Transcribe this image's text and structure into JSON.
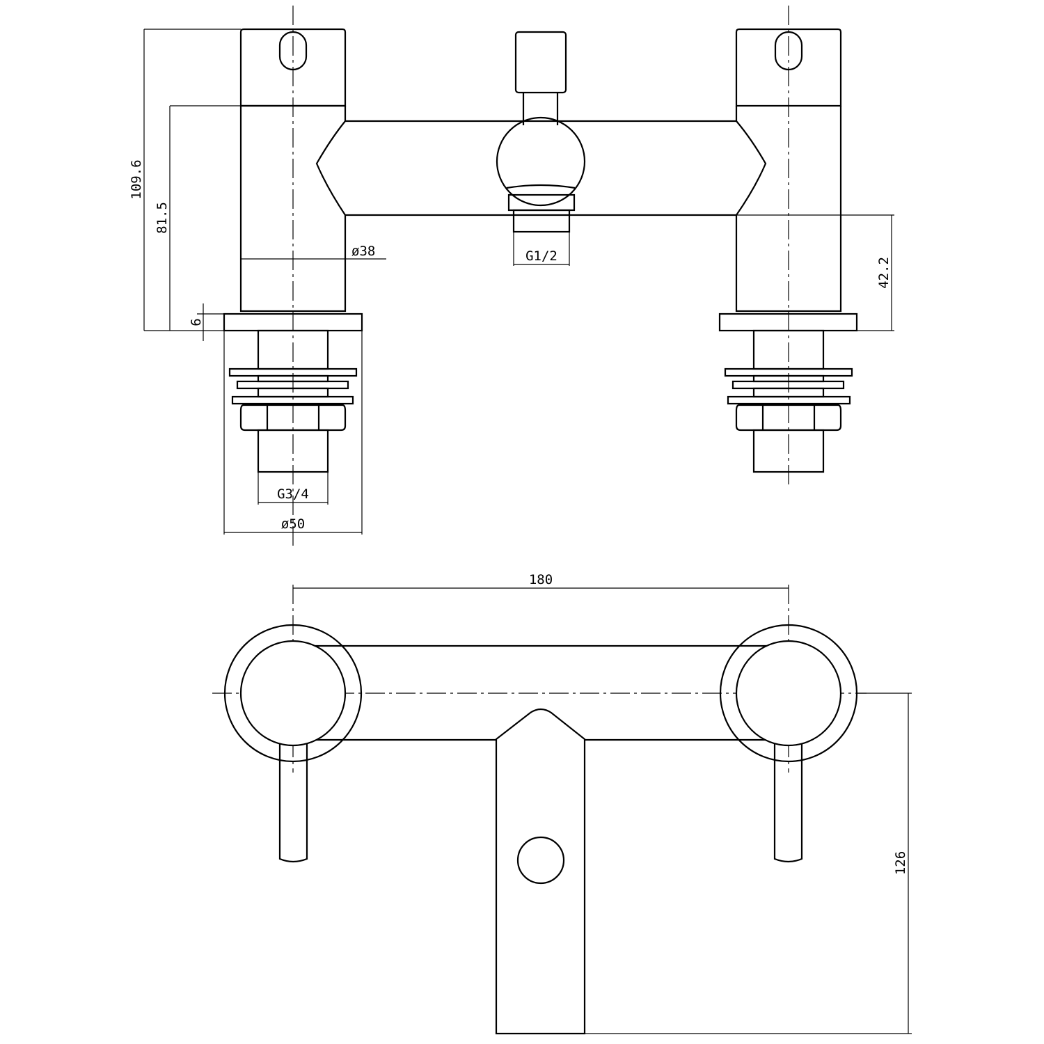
{
  "drawing": {
    "front_view": {
      "dimensions": {
        "total_height": "109.6",
        "body_height": "81.5",
        "flange_thickness": "6",
        "body_diameter": "ø38",
        "outlet_thread": "G1/2",
        "bar_height": "42.2",
        "inlet_thread": "G3/4",
        "flange_diameter": "ø50"
      }
    },
    "plan_view": {
      "dimensions": {
        "centres": "180",
        "projection": "126"
      }
    },
    "line_color": "#000000",
    "background_color": "#ffffff"
  }
}
